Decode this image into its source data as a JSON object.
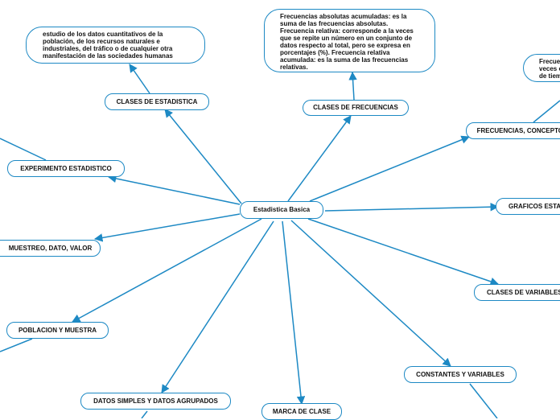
{
  "colors": {
    "line": "#1d89c4",
    "border": "#1d89c4",
    "text": "#111111",
    "background": "#ffffff"
  },
  "center": {
    "label": "Estadistica Basica"
  },
  "topics": {
    "clases_estadistica": "CLASES DE ESTADISTICA",
    "clases_frecuencias": "CLASES DE FRECUENCIAS",
    "frecuencias_conceptos": "FRECUENCIAS, CONCEPTOS",
    "experimento": "EXPERIMENTO ESTADISTICO",
    "graficos": "GRAFICOS ESTA",
    "muestreo": "MUESTREO, DATO, VALOR",
    "clases_variables": "CLASES DE VARIABLES",
    "poblacion": "POBLACION Y MUESTRA",
    "constantes": "CONSTANTES Y VARIABLES",
    "datos": "DATOS  SIMPLES Y DATOS AGRUPADOS",
    "marca": "MARCA DE CLASE"
  },
  "notes": {
    "estadistica_def": "estudio de los datos cuantitativos de la población, de los recursos naturales e industriales, del tráfico o de cualquier otra manifestación de las sociedades humanas",
    "frecuencias_def": "Frecuencias absolutas acumuladas: es la suma de las frecuencias absolutas. Frecuencia relativa: corresponde a la veces que se repite un número en un conjunto de datos respecto al total, pero se expresa en porcentajes (%). Frecuencia relativa acumulada: es la suma de las frecuencias relativas.",
    "frecuencia_partial": "Frecuencia veces c de tiem"
  }
}
